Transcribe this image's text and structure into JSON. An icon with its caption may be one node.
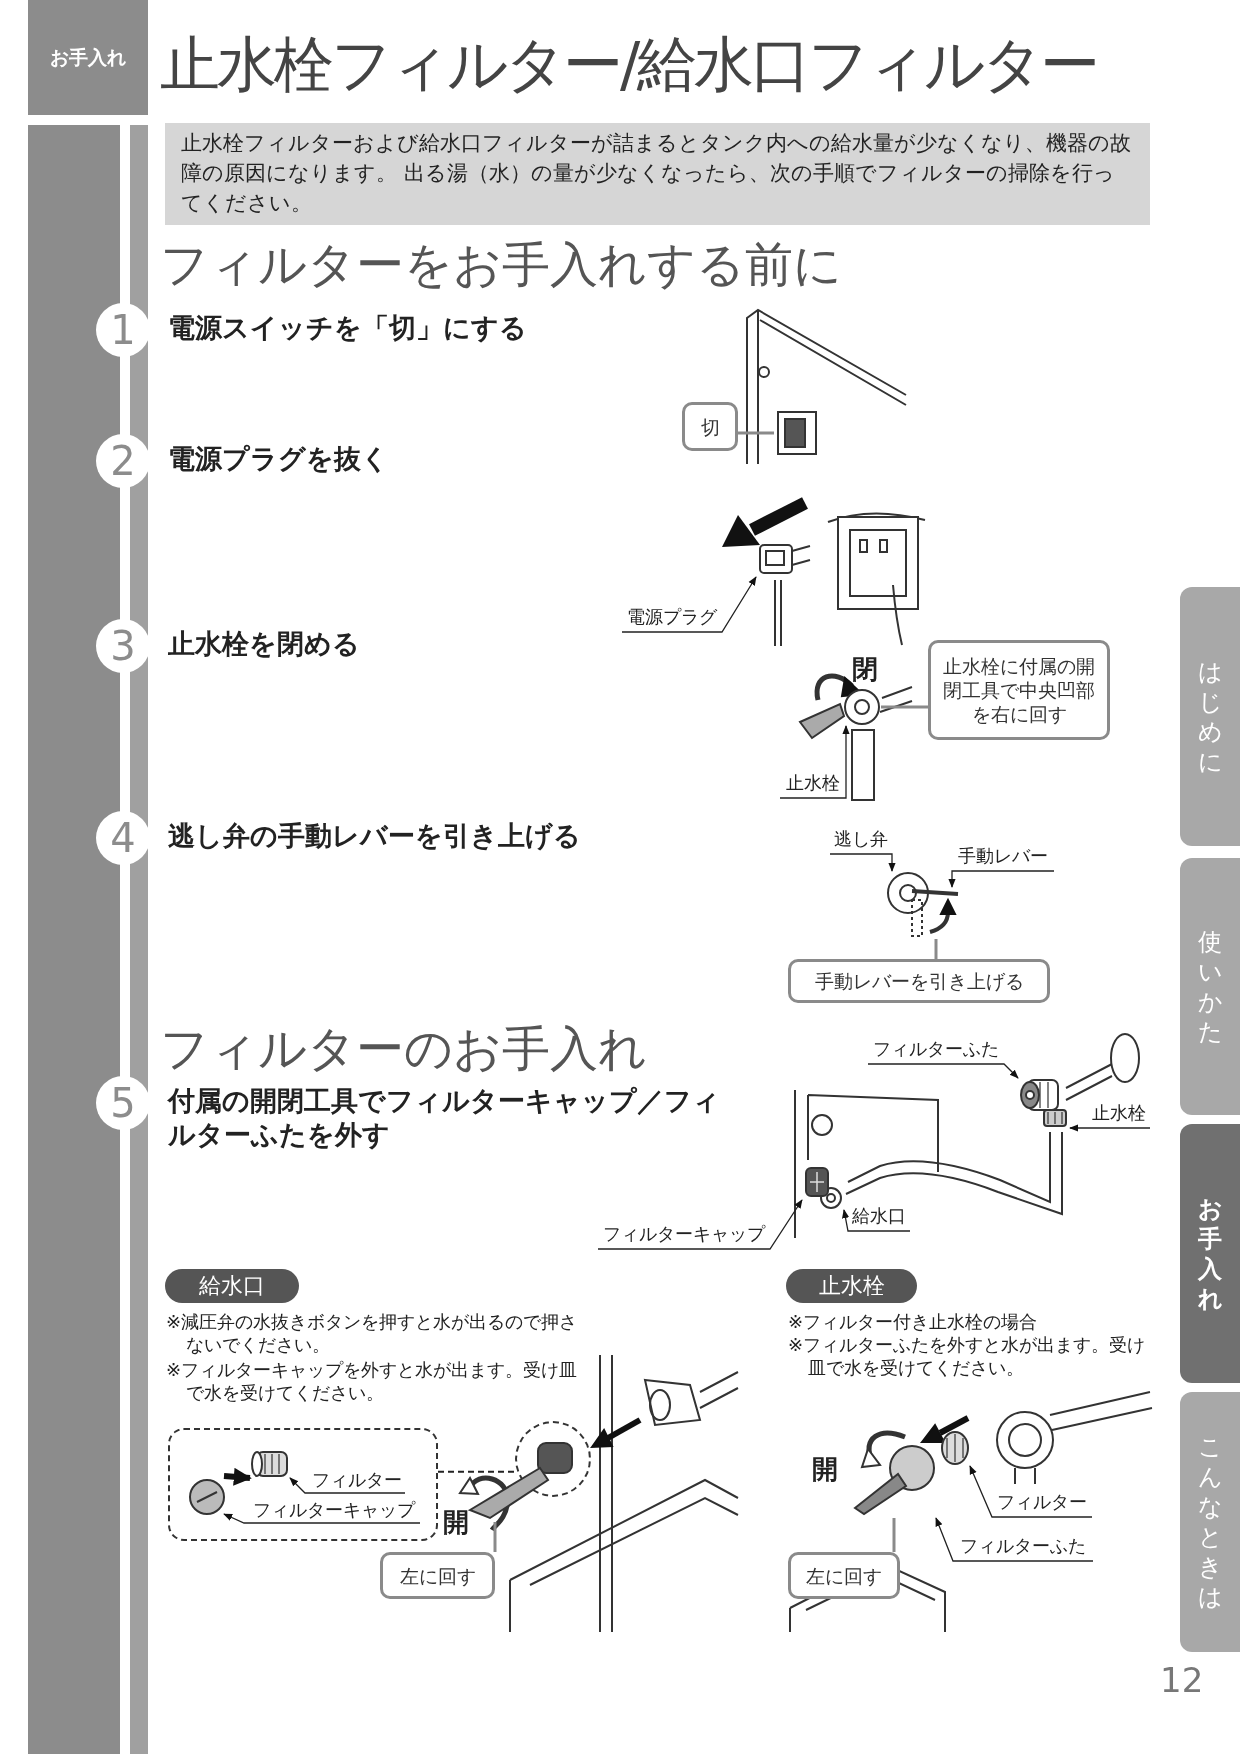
{
  "diagram": {
    "title": "止水栓フィルター/給水口フィルター",
    "nodes": [
      {
        "text": [
          "お手入れ"
        ]
      },
      {
        "text": [
          "止水栓フィルターおよび給水口フィルターが詰まるとタンク内への給水量が少なくなり、機器の故障の原因になります。 出る湯（水）の量が少なくなったら、次の手順でフィルターの掃除を行ってください。"
        ]
      },
      {
        "text": [
          "1"
        ],
        "beside": [
          "電源スイッチを「切」にする"
        ]
      },
      {
        "text": [
          "切"
        ]
      },
      {
        "text": [
          "2"
        ],
        "beside": [
          "電源プラグを抜く"
        ]
      },
      {
        "text": [
          "電源プラグ"
        ]
      },
      {
        "text": [
          "3"
        ],
        "beside": [
          "止水栓を閉める"
        ]
      },
      {
        "text": [
          "止水栓に付属の開閉工具で中央凹部を右に回す"
        ]
      },
      {
        "text": [
          "止水栓"
        ]
      },
      {
        "text": [
          "4"
        ],
        "beside": [
          "逃し弁の手動レバーを引き上げる"
        ]
      },
      {
        "text": [
          "逃し弁"
        ]
      },
      {
        "text": [
          "手動レバー"
        ]
      },
      {
        "text": [
          "手動レバーを引き上げる"
        ]
      },
      {
        "text": [
          "5"
        ],
        "beside": [
          "付属の開閉工具でフィルターキャップ／フィルターふたを外す"
        ]
      },
      {
        "text": [
          "フィルターふた"
        ]
      },
      {
        "text": [
          "止水栓"
        ]
      },
      {
        "text": [
          "給水口"
        ]
      },
      {
        "text": [
          "フィルターキャップ"
        ]
      },
      {
        "text": [
          "給水口"
        ]
      },
      {
        "text": [],
        "shape": "box"
      },
      {
        "text": [
          "フィルター"
        ],
        "in": 19
      },
      {
        "text": [
          "フィルターキャップ"
        ],
        "in": 19
      },
      {
        "text": [],
        "shape": "circle"
      },
      {
        "text": [
          "左に回す"
        ]
      },
      {
        "text": [
          "止水栓"
        ]
      },
      {
        "text": [
          "フィルター"
        ]
      },
      {
        "text": [
          "フィルターふた"
        ]
      },
      {
        "text": [
          "左に回す"
        ]
      },
      {
        "text": [
          "はじめに"
        ]
      },
      {
        "text": [
          "使いかた"
        ]
      },
      {
        "text": [
          "お手入れ"
        ]
      },
      {
        "text": [
          "こんなときは"
        ]
      },
      {
        "text": [],
        "shape": "picture"
      },
      {
        "text": [],
        "shape": "picture"
      },
      {
        "text": [],
        "shape": "picture"
      },
      {
        "text": [],
        "shape": "picture"
      },
      {
        "text": [],
        "shape": "picture"
      },
      {
        "text": [],
        "shape": "picture"
      },
      {
        "text": [],
        "shape": "picture"
      },
      {
        "text": [],
        "shape": "picture"
      },
      {
        "text": [],
        "shape": "picture"
      },
      {
        "text": [],
        "shape": "picture",
        "in": 19
      },
      {
        "text": [],
        "shape": "picture",
        "in": 19
      },
      {
        "text": [],
        "shape": "picture"
      },
      {
        "text": [],
        "shape": "picture"
      },
      {
        "text": [],
        "shape": "picture"
      },
      {
        "text": [],
        "shape": "bar"
      },
      {
        "text": [],
        "shape": "bar"
      }
    ],
    "edges": [
      {
        "from": 3,
        "to": 32,
        "arrow": "none",
        "color": "#8a8a8a"
      },
      {
        "from": 5,
        "to": 33,
        "arrow": "to"
      },
      {
        "from": 7,
        "to": 34,
        "arrow": "none",
        "color": "#8a8a8a"
      },
      {
        "from": 8,
        "to": 34,
        "arrow": "to"
      },
      {
        "from": 10,
        "to": 35,
        "arrow": "to"
      },
      {
        "from": 11,
        "to": 36,
        "arrow": "to"
      },
      {
        "from": 12,
        "to": 36,
        "arrow": "none",
        "color": "#8a8a8a"
      },
      {
        "from": 14,
        "to": 37,
        "arrow": "to"
      },
      {
        "from": 15,
        "to": 38,
        "arrow": "to"
      },
      {
        "from": 16,
        "to": 39,
        "arrow": "to"
      },
      {
        "from": 17,
        "to": 40,
        "arrow": "to"
      },
      {
        "from": 20,
        "to": 41,
        "arrow": "to"
      },
      {
        "from": 21,
        "to": 42,
        "arrow": "to"
      },
      {
        "from": 19,
        "to": 22,
        "arrow": "none",
        "style": "dashed"
      },
      {
        "from": 23,
        "to": 43,
        "arrow": "none",
        "color": "#8a8a8a"
      },
      {
        "from": 25,
        "to": 44,
        "arrow": "to"
      },
      {
        "from": 26,
        "to": 45,
        "arrow": "to"
      },
      {
        "from": 27,
        "to": 45,
        "arrow": "none",
        "color": "#8a8a8a"
      },
      {
        "from": 42,
        "to": 41,
        "arrow": "to",
        "style": "thick",
        "color": "#111111"
      }
    ],
    "labels": [
      "フィルターをお手入れする前に",
      "閉",
      "フィルターのお手入れ",
      "※減圧弁の水抜きボタンを押すと水が出るので押さないでください。",
      "※フィルターキャップを外すと水が出ます。受け皿で水を受けてください。",
      "開",
      "※フィルター付き止水栓の場合",
      "※フィルターふたを外すと水が出ます。受け皿で水を受けてください。",
      "開",
      "12"
    ]
  }
}
